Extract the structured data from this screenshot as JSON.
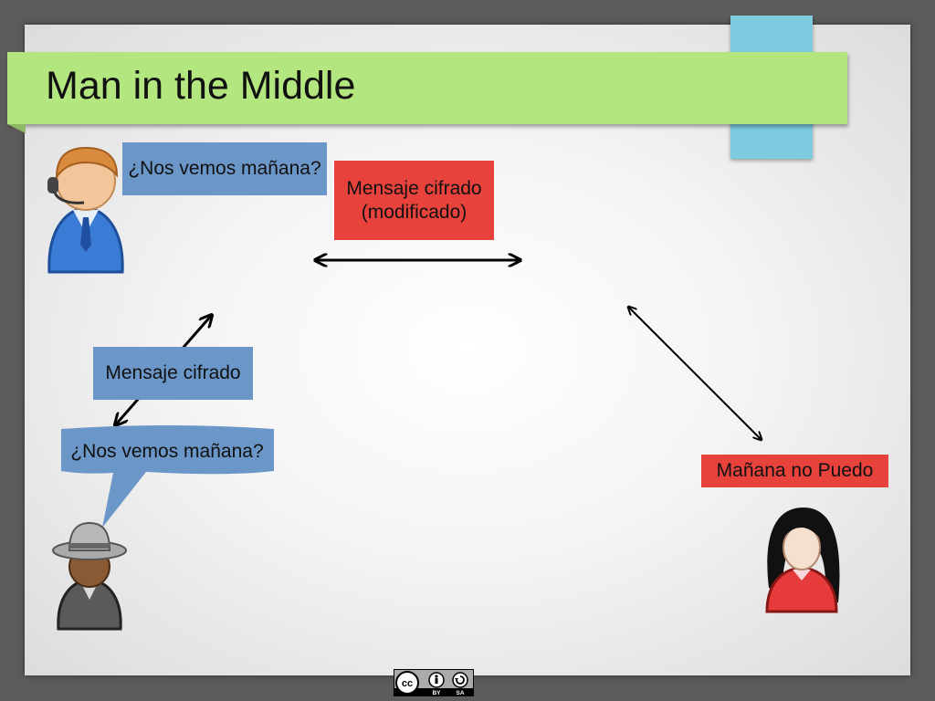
{
  "title": "Man in the Middle",
  "boxes": {
    "sender_message": "¿Nos vemos mañana?",
    "modified_cipher": "Mensaje cifrado\n(modificado)",
    "cipher": "Mensaje cifrado",
    "attacker_message": "¿Nos vemos mañana?",
    "receiver_reply": "Mañana no Puedo"
  },
  "icons": {
    "sender": "operator-headset-person-icon",
    "attacker": "hat-man-spy-icon",
    "receiver": "woman-person-icon",
    "license": "creative-commons-by-sa-badge"
  },
  "license": {
    "by": "BY",
    "sa": "SA"
  },
  "colors": {
    "background": "#5c5c5c",
    "title_bar": "#b3e67e",
    "tab": "#7ecbe0",
    "blue_box": "#6b96c8",
    "red_box": "#e8423d"
  }
}
